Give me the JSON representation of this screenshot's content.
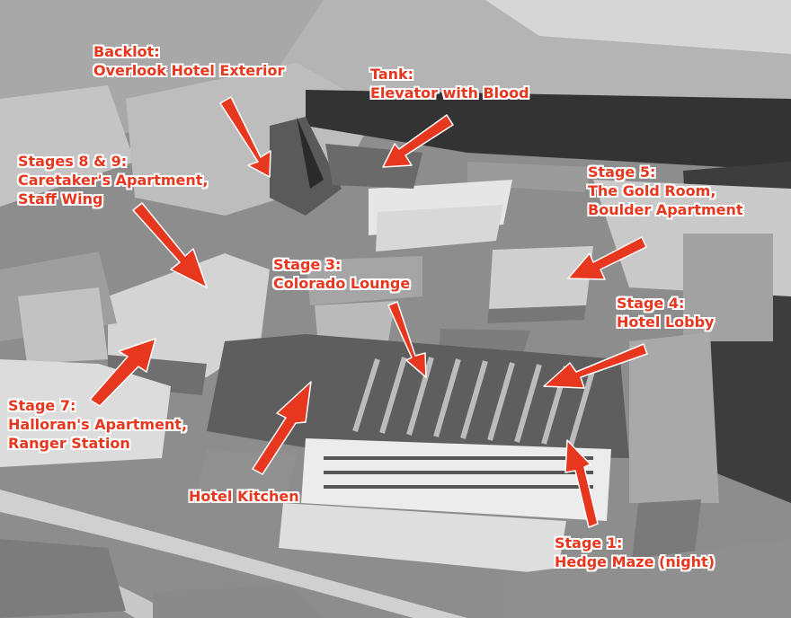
{
  "photo": {
    "description_icon": "aerial-photo",
    "annotation_color": "#e8371f",
    "outline_color": "#ffffff"
  },
  "labels": {
    "backlot": [
      "Backlot:",
      "Overlook Hotel Exterior"
    ],
    "tank": [
      "Tank:",
      "Elevator with Blood"
    ],
    "stages89": [
      "Stages 8 & 9:",
      "Caretaker's Apartment,",
      "Staff Wing"
    ],
    "stage5": [
      "Stage 5:",
      "The Gold Room,",
      "Boulder Apartment"
    ],
    "stage3": [
      "Stage 3:",
      "Colorado Lounge"
    ],
    "stage4": [
      "Stage 4:",
      "Hotel Lobby"
    ],
    "stage7": [
      "Stage 7:",
      "Halloran's Apartment,",
      "Ranger Station"
    ],
    "kitchen": [
      "Hotel Kitchen"
    ],
    "stage1": [
      "Stage 1:",
      "Hedge Maze (night)"
    ]
  }
}
